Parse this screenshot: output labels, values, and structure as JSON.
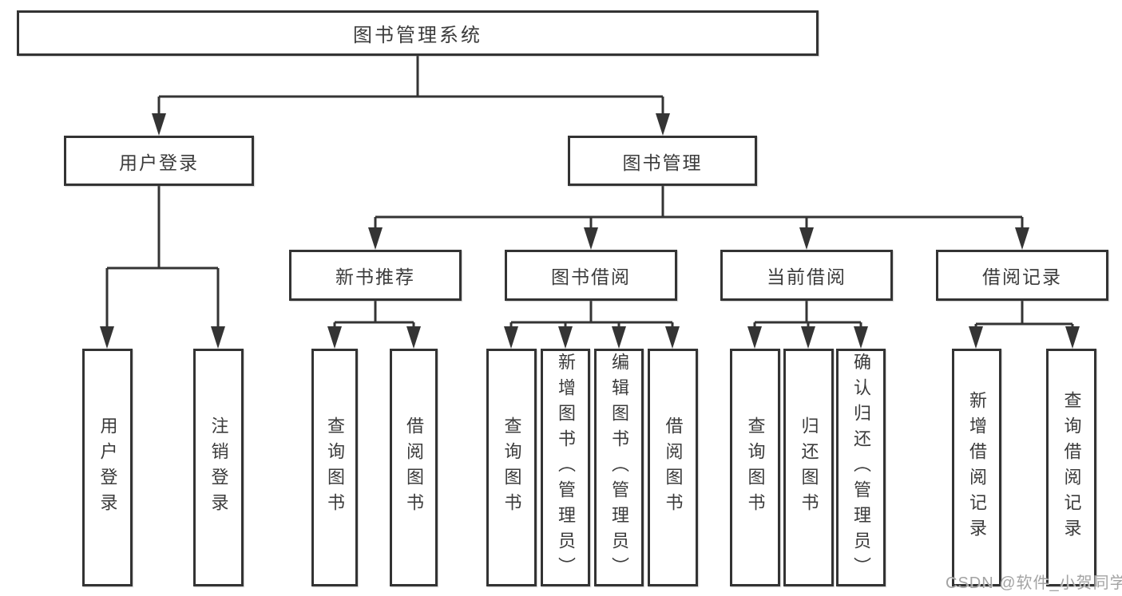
{
  "tree": {
    "root": "图书管理系统",
    "branches": [
      {
        "label": "用户登录",
        "children": [
          "用户登录",
          "注销登录"
        ]
      },
      {
        "label": "图书管理",
        "children": [
          {
            "label": "新书推荐",
            "children": [
              "查询图书",
              "借阅图书"
            ]
          },
          {
            "label": "图书借阅",
            "children": [
              "查询图书",
              "新增图书（管理员）",
              "编辑图书（管理员）",
              "借阅图书"
            ]
          },
          {
            "label": "当前借阅",
            "children": [
              "查询图书",
              "归还图书",
              "确认归还（管理员）"
            ]
          },
          {
            "label": "借阅记录",
            "children": [
              "新增借阅记录",
              "查询借阅记录"
            ]
          }
        ]
      }
    ]
  },
  "colors": {
    "line": "#343434",
    "border": "#333333",
    "text": "#3b3b3b",
    "watermark": "#9e9e9e"
  },
  "watermark": "CSDN @软件_小贺同学"
}
